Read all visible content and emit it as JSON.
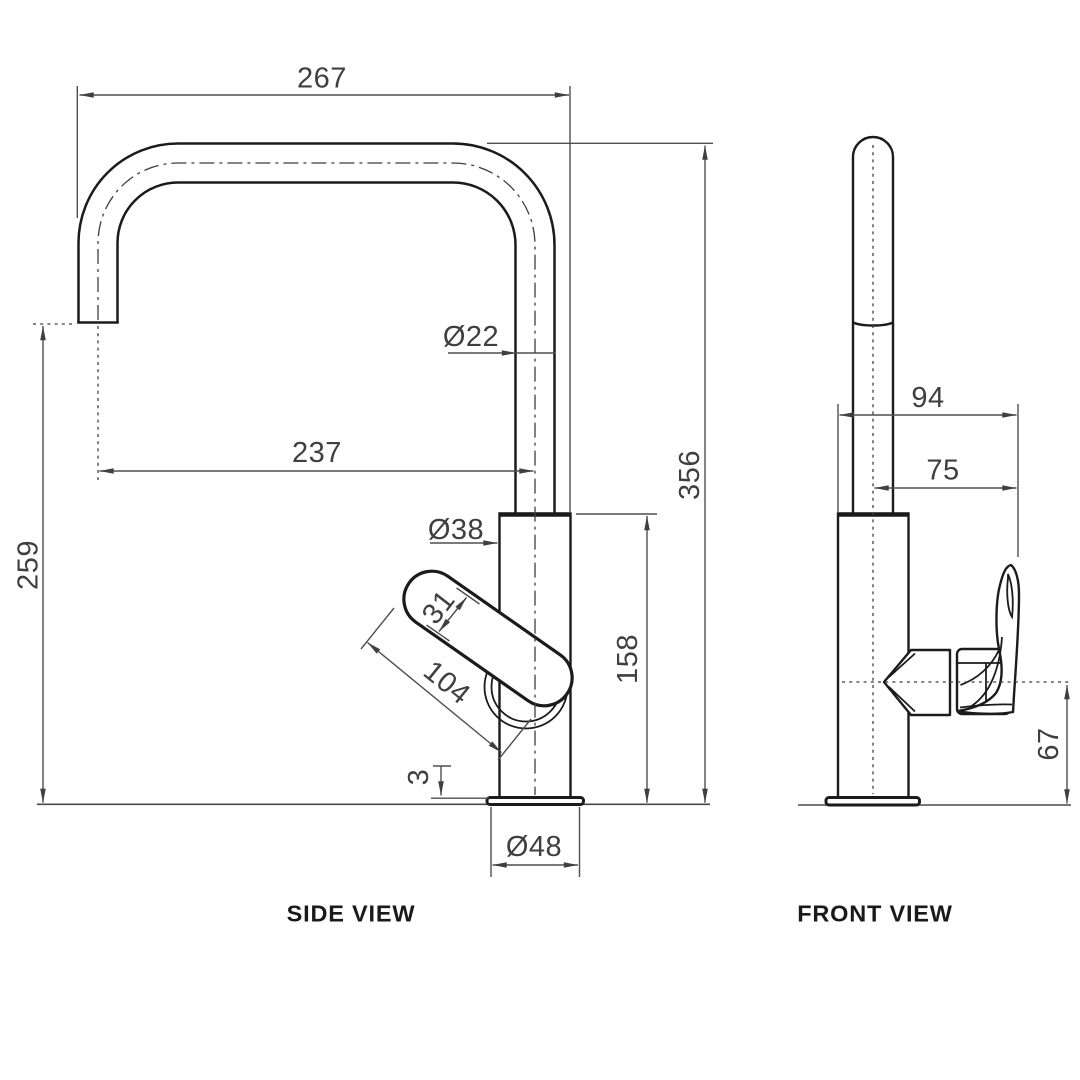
{
  "drawing": {
    "type": "faucet technical dimension drawing",
    "colors": {
      "line": "#1b1b1b",
      "dimension": "#4f4f4f",
      "background": "#ffffff"
    }
  },
  "side_view": {
    "title": "SIDE VIEW",
    "dims": {
      "overall_reach": "267",
      "spout_tube_diameter": "Ø22",
      "outlet_reach": "237",
      "outlet_height": "259",
      "body_diameter": "Ø38",
      "handle_width": "31",
      "handle_length": "104",
      "baseplate_height": "3",
      "body_height": "158",
      "overall_height": "356",
      "base_diameter": "Ø48"
    }
  },
  "front_view": {
    "title": "FRONT VIEW",
    "dims": {
      "handle_reach_overall": "94",
      "handle_reach_from_center": "75",
      "handle_height_above_base": "67"
    }
  }
}
